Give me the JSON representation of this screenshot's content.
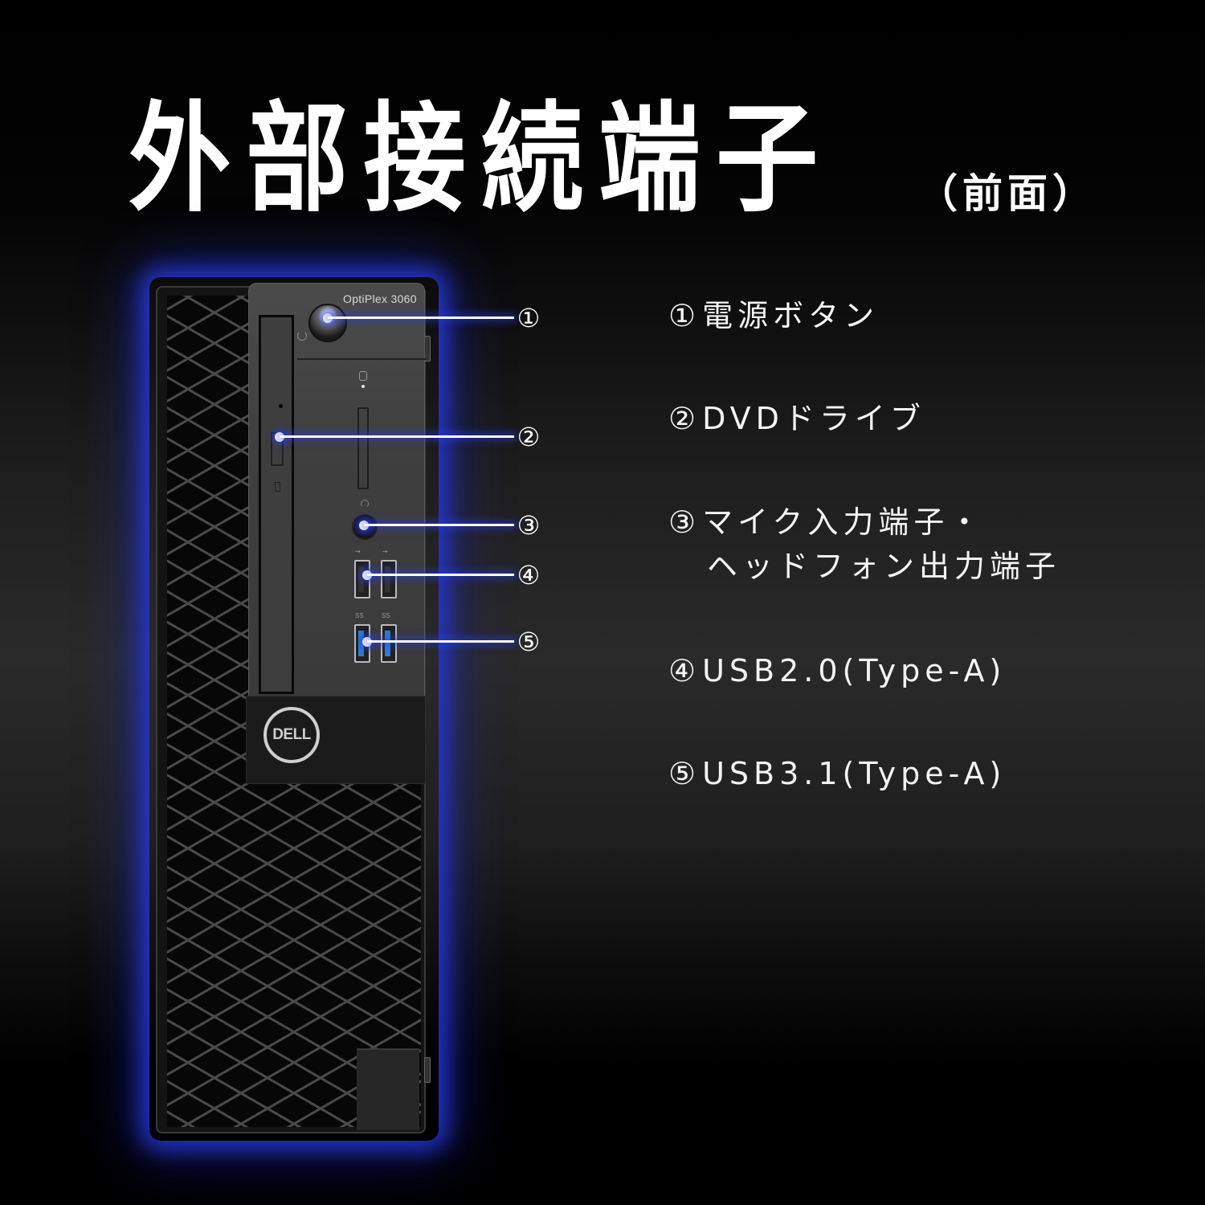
{
  "title": {
    "main": "外部接続端子",
    "sub": "（前面）"
  },
  "product": {
    "model_label": "OptiPlex 3060",
    "brand_logo": "DELL"
  },
  "icons": {
    "power": "power-symbol-icon",
    "hdd": "hdd-activity-icon",
    "headphone": "headphone-icon",
    "usb": "usb-icon",
    "usb_ss": "SS"
  },
  "callouts": [
    {
      "num": "①",
      "target": "power-button"
    },
    {
      "num": "②",
      "target": "dvd-drive"
    },
    {
      "num": "③",
      "target": "audio-jack"
    },
    {
      "num": "④",
      "target": "usb2-port"
    },
    {
      "num": "⑤",
      "target": "usb3-port"
    }
  ],
  "legend": [
    {
      "num": "①",
      "label": "電源ボタン"
    },
    {
      "num": "②",
      "label": "DVDドライブ"
    },
    {
      "num": "③",
      "label": "マイク入力端子・",
      "label2": "ヘッドフォン出力端子"
    },
    {
      "num": "④",
      "label": "USB2.0(Type-A)"
    },
    {
      "num": "⑤",
      "label": "USB3.1(Type-A)"
    }
  ],
  "colors": {
    "background_top": "#000000",
    "background_mid": "#2a2a2a",
    "glow": "#2838e6",
    "text": "#ffffff",
    "usb3_blue": "#2e7bd8"
  }
}
